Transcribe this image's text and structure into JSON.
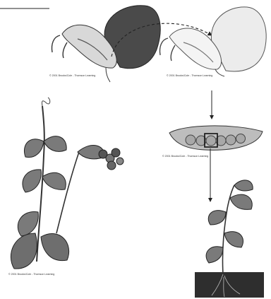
{
  "credits": {
    "flower_dark": "© 2001 Brooks/Cole - Thomson Learning",
    "flower_light": "© 2001 Brooks/Cole - Thomson Learning",
    "pod": "© 2001 Brooks/Cole - Thomson Learning",
    "plant_left": "© 2001 Brooks/Cole - Thomson Learning"
  },
  "colors": {
    "outline": "#3a3a3a",
    "dark_petal": "#4a4a4a",
    "light_petal": "#e8e8e8",
    "leaf": "#7a7a7a",
    "pea": "#a8a8a8",
    "soil": "#2e2e2e"
  }
}
